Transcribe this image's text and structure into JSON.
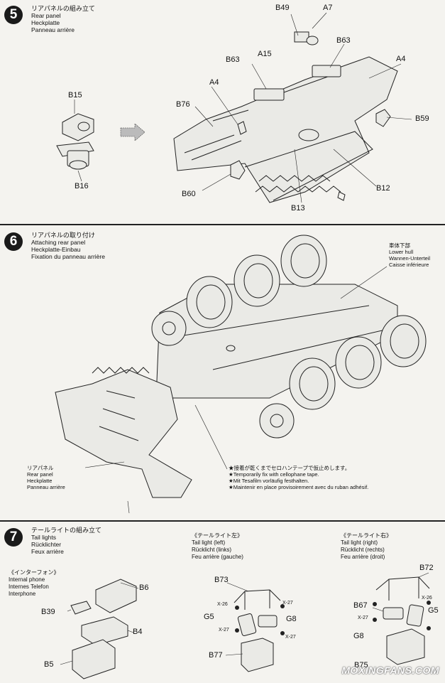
{
  "step5": {
    "number": "5",
    "title_jp": "リアパネルの組み立て",
    "title_en": "Rear panel",
    "title_de": "Heckplatte",
    "title_fr": "Panneau arrière",
    "parts": {
      "b15": "B15",
      "b16": "B16",
      "b49": "B49",
      "a7": "A7",
      "b63a": "B63",
      "b63b": "B63",
      "a15": "A15",
      "a4a": "A4",
      "a4b": "A4",
      "b76": "B76",
      "b59": "B59",
      "b60": "B60",
      "b13": "B13",
      "b12": "B12"
    }
  },
  "step6": {
    "number": "6",
    "title_jp": "リアパネルの取り付け",
    "title_en": "Attaching rear panel",
    "title_de": "Heckplatte-Einbau",
    "title_fr": "Fixation du panneau arrière",
    "lower_hull_jp": "車体下部",
    "lower_hull_en": "Lower hull",
    "lower_hull_de": "Wannen-Unterteil",
    "lower_hull_fr": "Caisse inférieure",
    "rear_panel_jp": "リアパネル",
    "rear_panel_en": "Rear panel",
    "rear_panel_de": "Heckplatte",
    "rear_panel_fr": "Panneau arrière",
    "note_jp": "★接着が乾くまでセロハンテープで仮止めします。",
    "note_en": "★Temporarily fix with cellophane tape.",
    "note_de": "★Mit Tesafilm vorläufig festhalten.",
    "note_fr": "★Maintenir en place provisoirement avec du ruban adhésif."
  },
  "step7": {
    "number": "7",
    "title_jp": "テールライトの組み立て",
    "title_en": "Tail lights",
    "title_de": "Rücklichter",
    "title_fr": "Feux arrière",
    "phone_jp": "《インターフォン》",
    "phone_en": "Internal phone",
    "phone_de": "Internes Telefon",
    "phone_fr": "Interphone",
    "left_jp": "《テールライト左》",
    "left_en": "Tail light (left)",
    "left_de": "Rücklicht (links)",
    "left_fr": "Feu arrière (gauche)",
    "right_jp": "《テールライト右》",
    "right_en": "Tail light (right)",
    "right_de": "Rücklicht (rechts)",
    "right_fr": "Feu arrière (droit)",
    "parts": {
      "b6": "B6",
      "b39": "B39",
      "b4": "B4",
      "b5": "B5",
      "b73": "B73",
      "x26a": "X-26",
      "x27a": "X-27",
      "g5a": "G5",
      "g8a": "G8",
      "x27b": "X-27",
      "x27c": "X-27",
      "b77": "B77",
      "b72": "B72",
      "b67": "B67",
      "x26b": "X-26",
      "g5b": "G5",
      "g8b": "G8",
      "x27d": "X-27",
      "b75": "B75"
    }
  },
  "watermark": "MOXINGFANS.COM"
}
